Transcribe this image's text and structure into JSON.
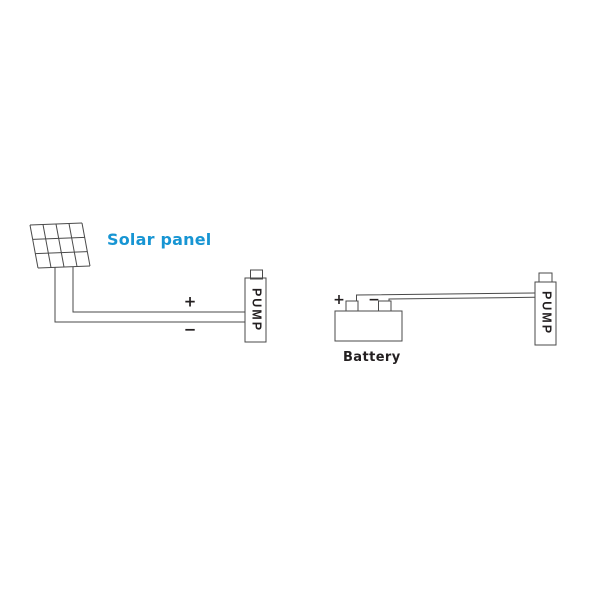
{
  "colors": {
    "bg": "#ffffff",
    "accent_blue": "#1795d3",
    "line": "#4a4a4a",
    "text": "#231f20"
  },
  "left_diagram": {
    "solar_panel_label": "Solar panel",
    "positive_label": "+",
    "negative_label": "−",
    "pump_label": "PUMP"
  },
  "right_diagram": {
    "battery_label": "Battery",
    "positive_label": "+",
    "negative_label": "−",
    "pump_label": "PUMP"
  }
}
